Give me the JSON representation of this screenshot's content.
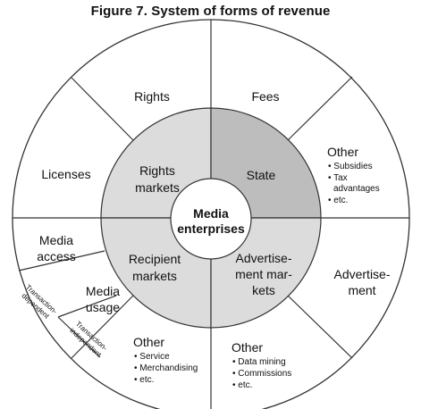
{
  "title": "Figure 7. System of forms of revenue",
  "colors": {
    "line": "#333333",
    "inner_fill": "#dcdcdc",
    "state_fill": "#bdbdbd",
    "outer_fill": "#ffffff"
  },
  "center": {
    "line1": "Media",
    "line2": "enterprises"
  },
  "inner": {
    "rights_markets": [
      "Rights",
      "markets"
    ],
    "state": "State",
    "recipient_markets": [
      "Recipient",
      "markets"
    ],
    "advertisement_markets": [
      "Advertise-",
      "ment mar-",
      "kets"
    ]
  },
  "outer": {
    "rights": "Rights",
    "fees": "Fees",
    "other_top": {
      "heading": "Other",
      "items": [
        "• Subsidies",
        "• Tax",
        "advantages",
        "• etc."
      ]
    },
    "advertisement": [
      "Advertise-",
      "ment"
    ],
    "other_bottom_right": {
      "heading": "Other",
      "items": [
        "• Data mining",
        "• Commissions",
        "• etc."
      ]
    },
    "other_bottom_left": {
      "heading": "Other",
      "items": [
        "• Service",
        "• Merchandising",
        "• etc."
      ]
    },
    "media_usage": [
      "Media",
      "usage"
    ],
    "transaction_dependent": [
      "Transaction-",
      "dependent"
    ],
    "transaction_independent": [
      "Transaction-",
      "independent"
    ],
    "media_access": [
      "Media",
      "access"
    ],
    "licenses": "Licenses"
  }
}
